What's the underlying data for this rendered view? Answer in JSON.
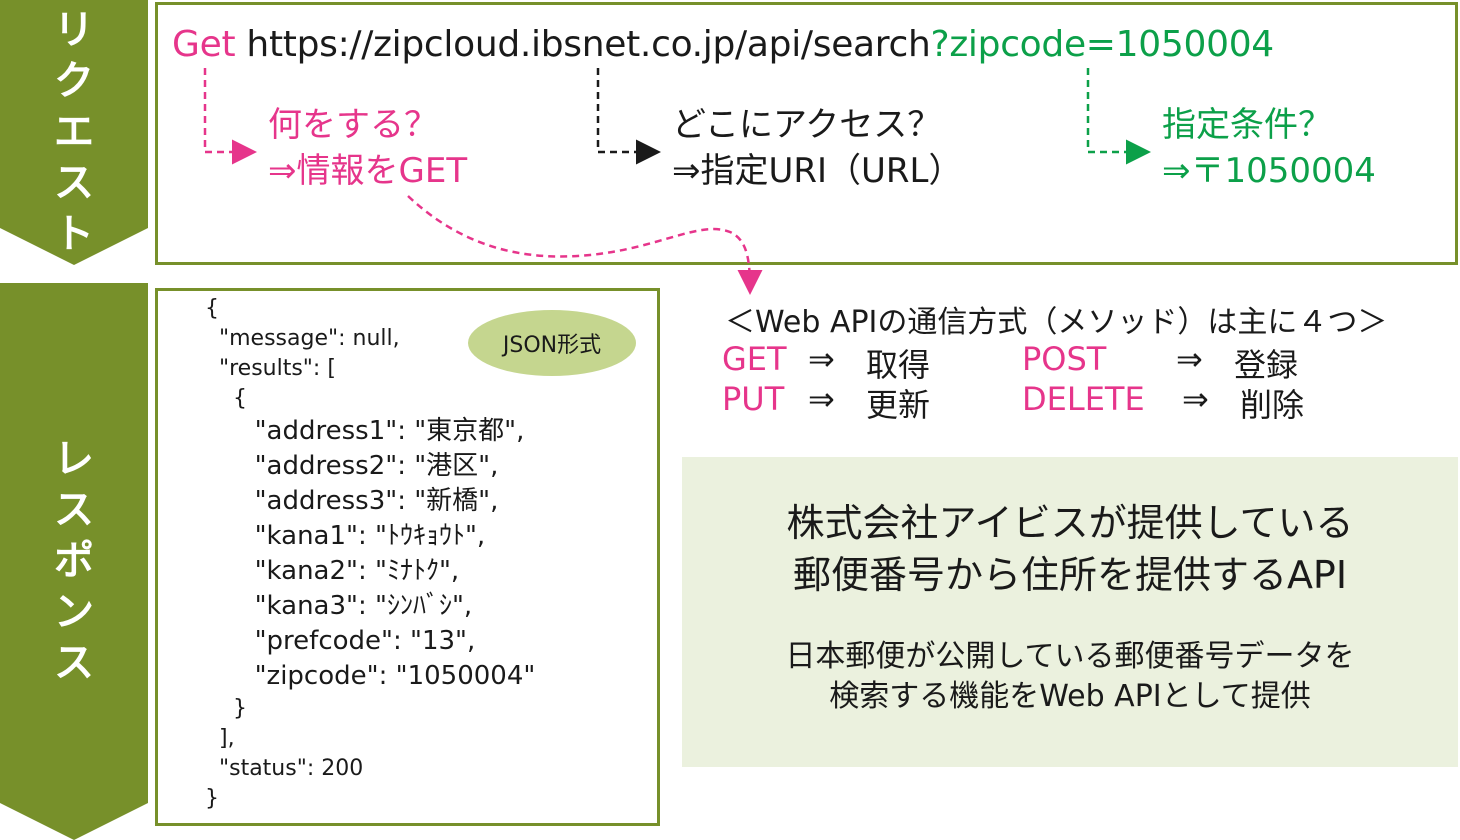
{
  "sections": {
    "request_chars": [
      "リ",
      "ク",
      "エ",
      "ス",
      "ト"
    ],
    "response_chars": [
      "レ",
      "ス",
      "ポ",
      "ン",
      "ス"
    ]
  },
  "request": {
    "method": "Get",
    "url_base": "https://zipcloud.ibsnet.co.jp/api/search",
    "query": "?zipcode=1050004",
    "what_q": "何をする？",
    "what_a": "⇒情報をGET",
    "where_q": "どこにアクセス？",
    "where_a": "⇒指定URI（URL）",
    "cond_q": "指定条件？",
    "cond_a": "⇒〒1050004"
  },
  "response": {
    "badge": "JSON形式",
    "lines": [
      "{",
      "  \"message\": null,",
      "  \"results\": [",
      "    {",
      "      \"address1\": \"東京都\",",
      "      \"address2\": \"港区\",",
      "      \"address3\": \"新橋\",",
      "      \"kana1\": \"ﾄｳｷｮｳﾄ\",",
      "      \"kana2\": \"ﾐﾅﾄｸ\",",
      "      \"kana3\": \"ｼﾝﾊﾞｼ\",",
      "      \"prefcode\": \"13\",",
      "      \"zipcode\": \"1050004\"",
      "    }",
      "  ],",
      "  \"status\": 200",
      "}"
    ]
  },
  "methods": {
    "title": "＜Web APIの通信方式（メソッド）は主に４つ＞",
    "arrow": "⇒",
    "items": [
      {
        "name": "GET",
        "meaning": "取得"
      },
      {
        "name": "POST",
        "meaning": "登録"
      },
      {
        "name": "PUT",
        "meaning": "更新"
      },
      {
        "name": "DELETE",
        "meaning": "削除"
      }
    ]
  },
  "info": {
    "line1": "株式会社アイビスが提供している",
    "line2": "郵便番号から住所を提供するAPI",
    "line3": "日本郵便が公開している郵便番号データを",
    "line4": "検索する機能をWeb APIとして提供"
  },
  "colors": {
    "section_green": "#77902a",
    "pink": "#e6358b",
    "green_text": "#0ca049",
    "badge": "#c5d68f",
    "info_bg": "#ebf1de"
  }
}
